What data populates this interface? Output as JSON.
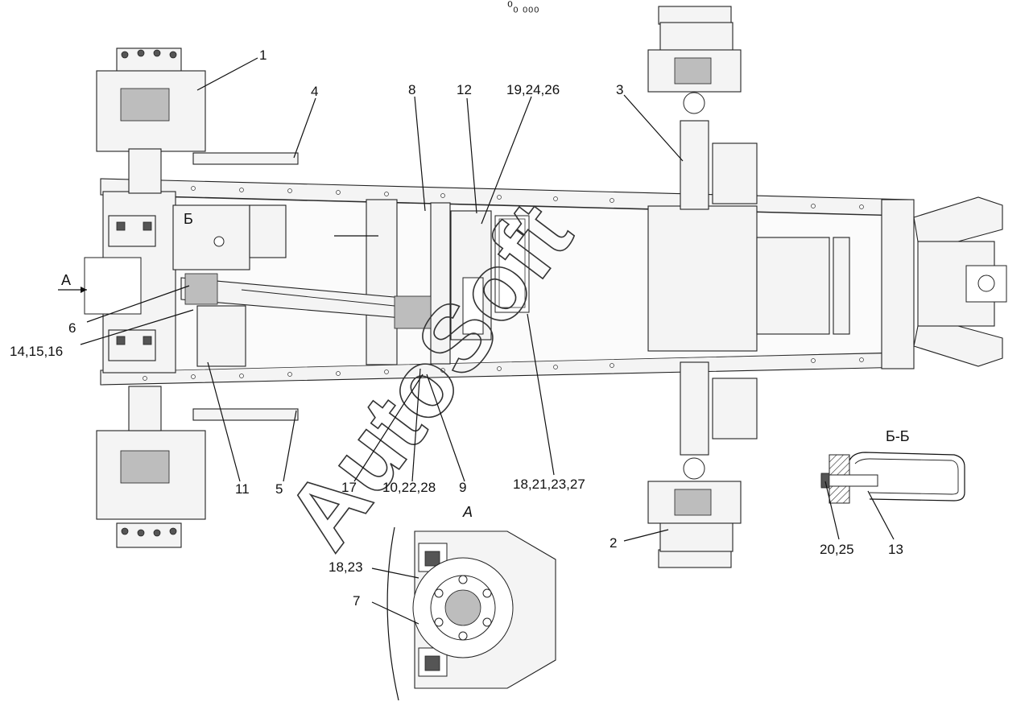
{
  "header": {
    "page_mark": "⁰₀ ₀₀₀"
  },
  "watermark": "AutoSoft",
  "views": {
    "arrow_view_label": "А",
    "section_marker": "Б",
    "section_title": "Б-Б",
    "detail_title": "А"
  },
  "callouts": [
    {
      "id": "c1",
      "text": "1"
    },
    {
      "id": "c2",
      "text": "2"
    },
    {
      "id": "c3",
      "text": "3"
    },
    {
      "id": "c4",
      "text": "4"
    },
    {
      "id": "c5",
      "text": "5"
    },
    {
      "id": "c6",
      "text": "6"
    },
    {
      "id": "c7",
      "text": "7"
    },
    {
      "id": "c8",
      "text": "8"
    },
    {
      "id": "c9",
      "text": "9"
    },
    {
      "id": "c10",
      "text": "10,22,28"
    },
    {
      "id": "c11",
      "text": "11"
    },
    {
      "id": "c12",
      "text": "12"
    },
    {
      "id": "c13",
      "text": "13"
    },
    {
      "id": "c14",
      "text": "14,15,16"
    },
    {
      "id": "c17",
      "text": "17"
    },
    {
      "id": "c18a",
      "text": "18,21,23,27"
    },
    {
      "id": "c18b",
      "text": "18,23"
    },
    {
      "id": "c19",
      "text": "19,24,26"
    },
    {
      "id": "c20",
      "text": "20,25"
    }
  ]
}
